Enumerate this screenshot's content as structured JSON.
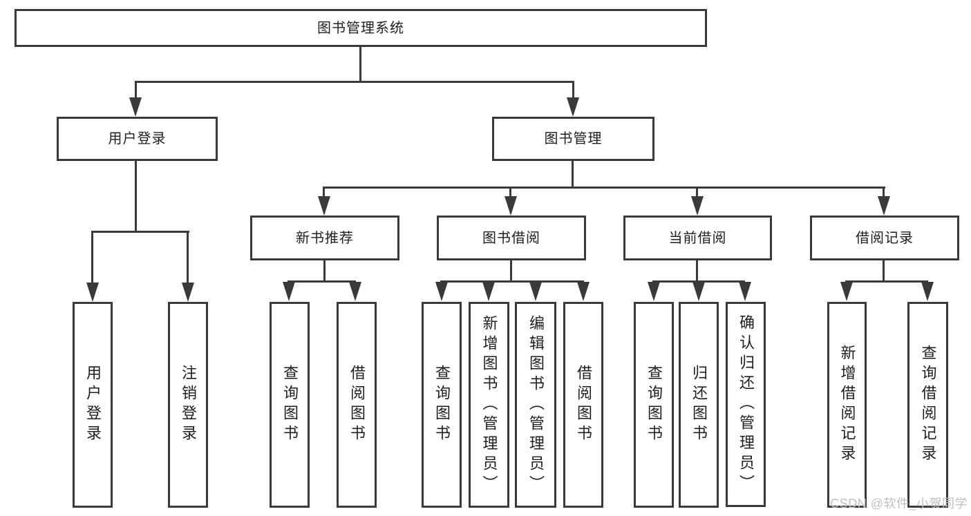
{
  "colors": {
    "line": "#3a3a3a",
    "text": "#1e1e1e",
    "box-bg": "#ffffff",
    "page-bg": "#ffffff",
    "watermark": "#bfbfbf"
  },
  "nodes": {
    "root": "图书管理系统",
    "user_login": "用户登录",
    "book_mgmt": "图书管理",
    "new_book_rec": "新书推荐",
    "book_borrow": "图书借阅",
    "current_borrow": "当前借阅",
    "borrow_records": "借阅记录",
    "ul_login": "用户登录",
    "ul_logout": "注销登录",
    "rec_query": "查询图书",
    "rec_borrow": "借阅图书",
    "bb_query": "查询图书",
    "bb_add": "新增图书（管理员）",
    "bb_edit": "编辑图书（管理员）",
    "bb_borrow": "借阅图书",
    "cb_query": "查询图书",
    "cb_return": "归还图书",
    "cb_confirm": "确认归还（管理员）",
    "br_add": "新增借阅记录",
    "br_query": "查询借阅记录"
  },
  "watermark": "CSDN @软件_小贺同学"
}
